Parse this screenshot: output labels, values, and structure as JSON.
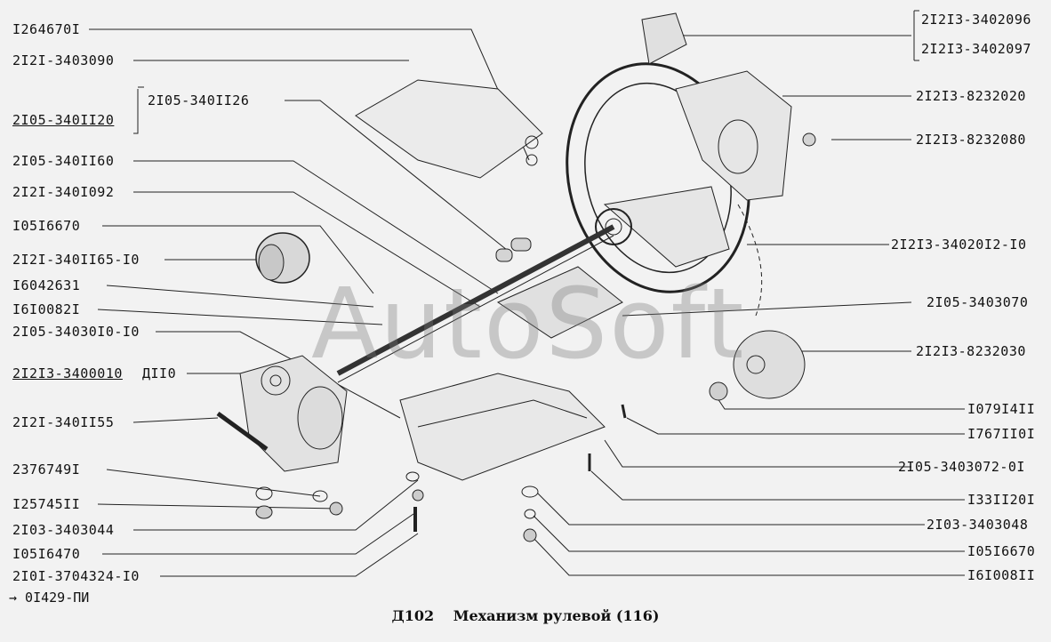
{
  "caption": {
    "code": "Д102",
    "title": "Механизм рулевой (116)"
  },
  "watermark": "AutoSoft",
  "footer_ref": "→ 0I429-ПИ",
  "left_labels": [
    {
      "text": "I264670I"
    },
    {
      "text": "2I2I-3403090"
    },
    {
      "text": "2I05-340II20",
      "underline": true
    },
    {
      "text": "2I05-340II26"
    },
    {
      "text": "2I05-340II60"
    },
    {
      "text": "2I2I-340I092"
    },
    {
      "text": "I05I6670"
    },
    {
      "text": "2I2I-340II65-I0"
    },
    {
      "text": "I6042631"
    },
    {
      "text": "I6I0082I"
    },
    {
      "text": "2I05-34030I0-I0"
    },
    {
      "text": "2I2I3-3400010",
      "underline": true,
      "suffix": "ДII0"
    },
    {
      "text": "2I2I-340II55"
    },
    {
      "text": "2376749I"
    },
    {
      "text": "I25745II"
    },
    {
      "text": "2I03-3403044"
    },
    {
      "text": "I05I6470"
    },
    {
      "text": "2I0I-3704324-I0"
    }
  ],
  "right_labels": [
    {
      "text": "2I2I3-3402096"
    },
    {
      "text": "2I2I3-3402097"
    },
    {
      "text": "2I2I3-8232020"
    },
    {
      "text": "2I2I3-8232080"
    },
    {
      "text": "2I2I3-34020I2-I0"
    },
    {
      "text": "2I05-3403070"
    },
    {
      "text": "2I2I3-8232030"
    },
    {
      "text": "I079I4II"
    },
    {
      "text": "I767II0I"
    },
    {
      "text": "2I05-3403072-0I"
    },
    {
      "text": "I33II20I"
    },
    {
      "text": "2I03-3403048"
    },
    {
      "text": "I05I6670"
    },
    {
      "text": "I6I008II"
    }
  ]
}
